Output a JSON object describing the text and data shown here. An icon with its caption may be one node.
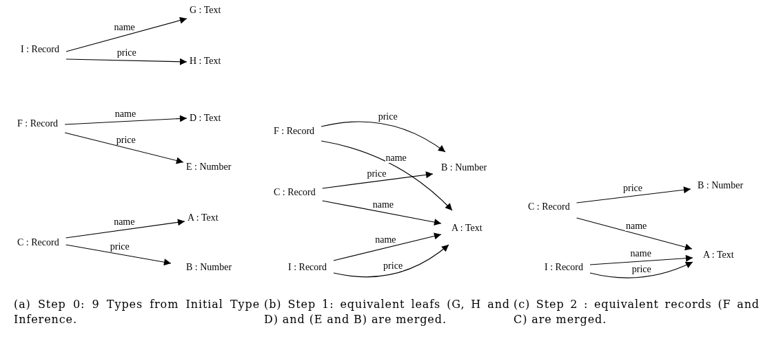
{
  "diagram": {
    "nodes": [
      {
        "text": [
          "I : Record"
        ]
      },
      {
        "text": [
          "G : Text"
        ]
      },
      {
        "text": [
          "H : Text"
        ]
      },
      {
        "text": [
          "F : Record"
        ]
      },
      {
        "text": [
          "D : Text"
        ]
      },
      {
        "text": [
          "E : Number"
        ]
      },
      {
        "text": [
          "C : Record"
        ]
      },
      {
        "text": [
          "A : Text"
        ]
      },
      {
        "text": [
          "B : Number"
        ]
      },
      {
        "text": [
          "F : Record"
        ]
      },
      {
        "text": [
          "B : Number"
        ]
      },
      {
        "text": [
          "C : Record"
        ]
      },
      {
        "text": [
          "A : Text"
        ]
      },
      {
        "text": [
          "I : Record"
        ]
      },
      {
        "text": [
          "C : Record"
        ]
      },
      {
        "text": [
          "B : Number"
        ]
      },
      {
        "text": [
          "A : Text"
        ]
      },
      {
        "text": [
          "I : Record"
        ]
      }
    ],
    "edges": [
      {
        "from": 0,
        "to": 1,
        "arrow": "to",
        "label": "name"
      },
      {
        "from": 0,
        "to": 2,
        "arrow": "to",
        "label": "price"
      },
      {
        "from": 3,
        "to": 4,
        "arrow": "to",
        "label": "name"
      },
      {
        "from": 3,
        "to": 5,
        "arrow": "to",
        "label": "price"
      },
      {
        "from": 6,
        "to": 7,
        "arrow": "to",
        "label": "name"
      },
      {
        "from": 6,
        "to": 8,
        "arrow": "to",
        "label": "price"
      },
      {
        "from": 9,
        "to": 10,
        "arrow": "to",
        "label": "price"
      },
      {
        "from": 9,
        "to": 12,
        "arrow": "to",
        "label": "name"
      },
      {
        "from": 11,
        "to": 10,
        "arrow": "to",
        "label": "price"
      },
      {
        "from": 11,
        "to": 12,
        "arrow": "to",
        "label": "name"
      },
      {
        "from": 13,
        "to": 12,
        "arrow": "to",
        "label": "name"
      },
      {
        "from": 13,
        "to": 12,
        "arrow": "to",
        "label": "price"
      },
      {
        "from": 14,
        "to": 15,
        "arrow": "to",
        "label": "price"
      },
      {
        "from": 14,
        "to": 16,
        "arrow": "to",
        "label": "name"
      },
      {
        "from": 17,
        "to": 16,
        "arrow": "to",
        "label": "name"
      },
      {
        "from": 17,
        "to": 16,
        "arrow": "to",
        "label": "price"
      }
    ],
    "labels": [
      "(a) Step 0: 9 Types from Initial Type Inference.",
      "(b) Step 1: equivalent leafs (G, H and D) and (E and B) are merged.",
      "(c) Step 2 : equivalent records (F and C) are merged."
    ]
  }
}
